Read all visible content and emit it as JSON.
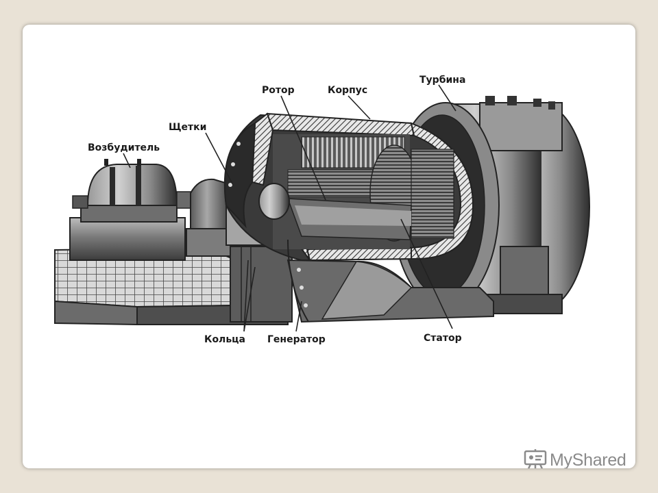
{
  "labels": {
    "rotor": "Ротор",
    "housing": "Корпус",
    "turbine": "Турбина",
    "brushes": "Щетки",
    "exciter": "Возбудитель",
    "rings": "Кольца",
    "generator": "Генератор",
    "stator": "Статор"
  },
  "watermark": {
    "text": "MyShared",
    "icon": "presentation-board-icon"
  },
  "colors": {
    "background": "#e9e2d6",
    "slide": "#ffffff",
    "ink": "#1a1a1a"
  }
}
